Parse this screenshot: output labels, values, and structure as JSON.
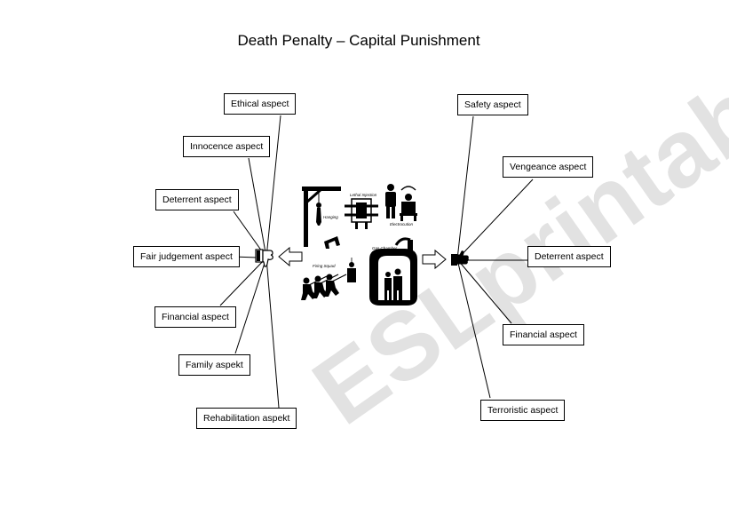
{
  "title": "Death Penalty – Capital Punishment",
  "against": {
    "items": [
      "Ethical aspect",
      "Innocence aspect",
      "Deterrent aspect",
      "Fair judgement aspect",
      "Financial aspect",
      "Family aspekt",
      "Rehabilitation aspekt"
    ]
  },
  "for": {
    "items": [
      "Safety aspect",
      "Vengeance aspect",
      "Deterrent aspect",
      "Financial aspect",
      "Terroristic aspect"
    ]
  },
  "center": {
    "labels": {
      "hanging": "Hanging",
      "lethal_injection": "Lethal Injection",
      "electrocution": "Electrocution",
      "gas_chamber": "Gas Chamber",
      "firing_squad": "Firing Squad"
    }
  },
  "icons": {
    "against": "thumbs-down-icon",
    "for": "thumbs-up-icon",
    "left_arrow": "arrow-left-icon",
    "right_arrow": "arrow-right-icon"
  },
  "watermark": {
    "text": "ESLprintables.com"
  }
}
